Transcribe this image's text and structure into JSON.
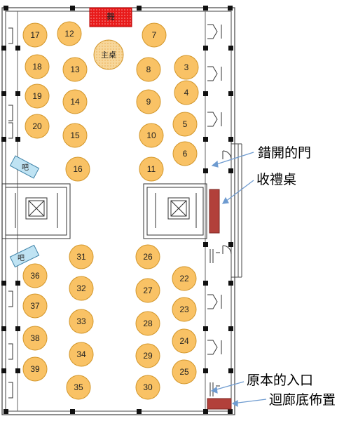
{
  "colors": {
    "table_fill": "#f9c265",
    "table_stroke": "#d2962a",
    "head_table_fill": "#f7d79b",
    "stage_red": "#e81a1a",
    "reception_red": "#b2403a",
    "bar_fill": "#bfe3f3",
    "bar_stroke": "#3f83a8",
    "arrow_blue": "#6e9bd0"
  },
  "stage_label": "舞",
  "head_table_label": "主桌",
  "bars": [
    {
      "label": "吧"
    },
    {
      "label": "吧"
    }
  ],
  "tables": [
    {
      "label": "17"
    },
    {
      "label": "12"
    },
    {
      "label": "7"
    },
    {
      "label": "18"
    },
    {
      "label": "13"
    },
    {
      "label": "8"
    },
    {
      "label": "3"
    },
    {
      "label": "19"
    },
    {
      "label": "14"
    },
    {
      "label": "9"
    },
    {
      "label": "4"
    },
    {
      "label": "20"
    },
    {
      "label": "15"
    },
    {
      "label": "10"
    },
    {
      "label": "5"
    },
    {
      "label": "16"
    },
    {
      "label": "11"
    },
    {
      "label": "6"
    },
    {
      "label": "31"
    },
    {
      "label": "26"
    },
    {
      "label": "36"
    },
    {
      "label": "22"
    },
    {
      "label": "32"
    },
    {
      "label": "27"
    },
    {
      "label": "37"
    },
    {
      "label": "23"
    },
    {
      "label": "33"
    },
    {
      "label": "28"
    },
    {
      "label": "38"
    },
    {
      "label": "24"
    },
    {
      "label": "34"
    },
    {
      "label": "29"
    },
    {
      "label": "39"
    },
    {
      "label": "25"
    },
    {
      "label": "35"
    },
    {
      "label": "30"
    }
  ],
  "annotations": {
    "staggered_door": "錯開的門",
    "reception_table": "收禮桌",
    "original_entrance": "原本的入口",
    "corridor_layout": "迴廊底佈置"
  }
}
